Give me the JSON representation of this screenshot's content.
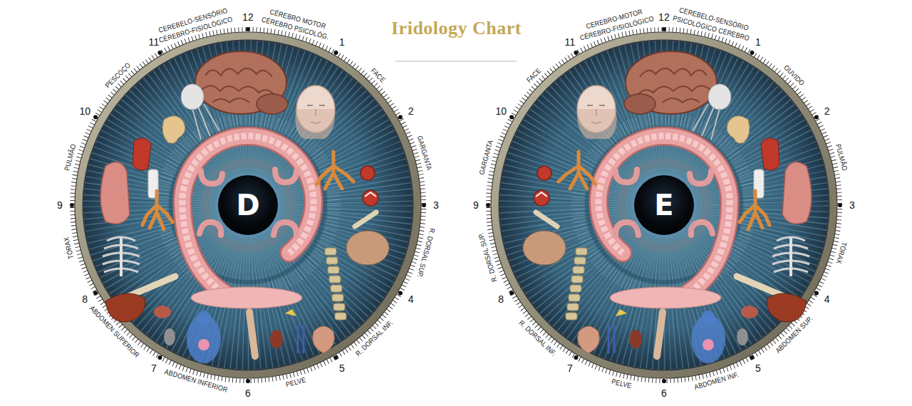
{
  "diagram": {
    "title": "Iridology Chart",
    "nodes": [
      {
        "text": [
          "D"
        ]
      },
      {
        "text": [
          "E"
        ]
      }
    ],
    "labels": [
      "CEREBELO-SENSÓRIO",
      "CÉREBRO-FISIOLÓGICO",
      "12",
      "CÉREBRO MOTOR",
      "CÉREBRO PSICOLÓG.",
      "1",
      "FACE",
      "2",
      "GARGANTA",
      "3",
      "R. DORSAL SUP.",
      "4",
      "R. DORSAL INF.",
      "5",
      "PELVE",
      "6",
      "ABDOMEN INFERIOR",
      "7",
      "ABDOMEN SUPERIOR",
      "8",
      "TÓRAX",
      "9",
      "PULMÃO",
      "10",
      "PESCOÇO",
      "11",
      "CEREBRO-MOTOR",
      "CÉREBRO-FISIOLÓGICO",
      "12",
      "CEREBELO-SENSÓRIO",
      "PSICOLÓGICO CEREBRO",
      "1",
      "OUVIDO",
      "2",
      "PULMÃO",
      "3",
      "TÓRAX",
      "4",
      "ABDOMEN SUP.",
      "5",
      "ABDOMEN INF.",
      "6",
      "PELVE",
      "7",
      "R. DORSAL INF.",
      "8",
      "R. DORSAL SUP.",
      "9",
      "GARGANTA",
      "10",
      "FACE",
      "11"
    ]
  }
}
